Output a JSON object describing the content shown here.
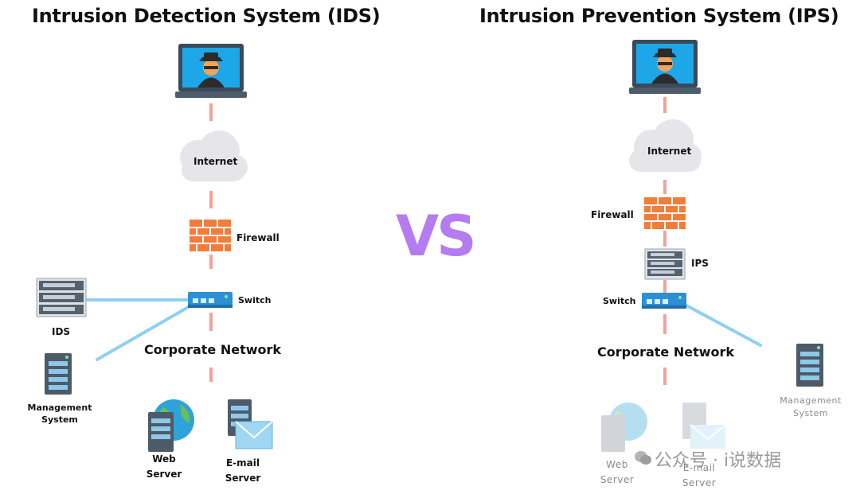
{
  "ids": {
    "title": "Intrusion Detection System (IDS)",
    "internet": "Internet",
    "firewall": "Firewall",
    "switch": "Switch",
    "ids": "IDS",
    "management": "Management\nSystem",
    "corporate_network": "Corporate Network",
    "web_server": "Web\nServer",
    "email_server": "E-mail\nServer"
  },
  "vs": "VS",
  "ips": {
    "title": "Intrusion Prevention System (IPS)",
    "internet": "Internet",
    "firewall": "Firewall",
    "ips": "IPS",
    "switch": "Switch",
    "corporate_network": "Corporate Network",
    "management": "Management\nSystem",
    "web_server": "Web\nServer",
    "email_server": "E-mail\nServer"
  },
  "watermark": "公众号 · i说数据",
  "colors": {
    "vs": "#b57cf0",
    "dash": "#f2a29a",
    "link": "#8fd0f2",
    "firewall": "#f07d3a",
    "switch": "#2d8fd5"
  }
}
